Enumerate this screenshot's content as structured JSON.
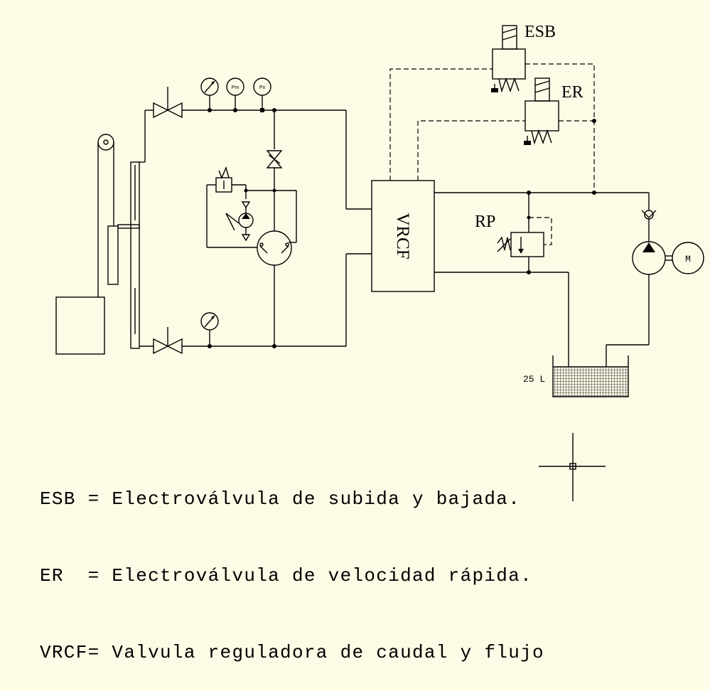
{
  "labels": {
    "esb": "ESB",
    "er": "ER",
    "rp": "RP",
    "vrcf": "VRCF",
    "motor": "M",
    "tank": "25 L",
    "gauge_pm": "Pm",
    "gauge_px": "Px"
  },
  "legend": [
    "ESB = Electroválvula de subida y bajada.",
    "ER  = Electroválvula de velocidad rápida.",
    "VRCF= Valvula reguladora de caudal y flujo"
  ],
  "colors": {
    "background": "#fdfbe6",
    "ink": "#000000"
  }
}
